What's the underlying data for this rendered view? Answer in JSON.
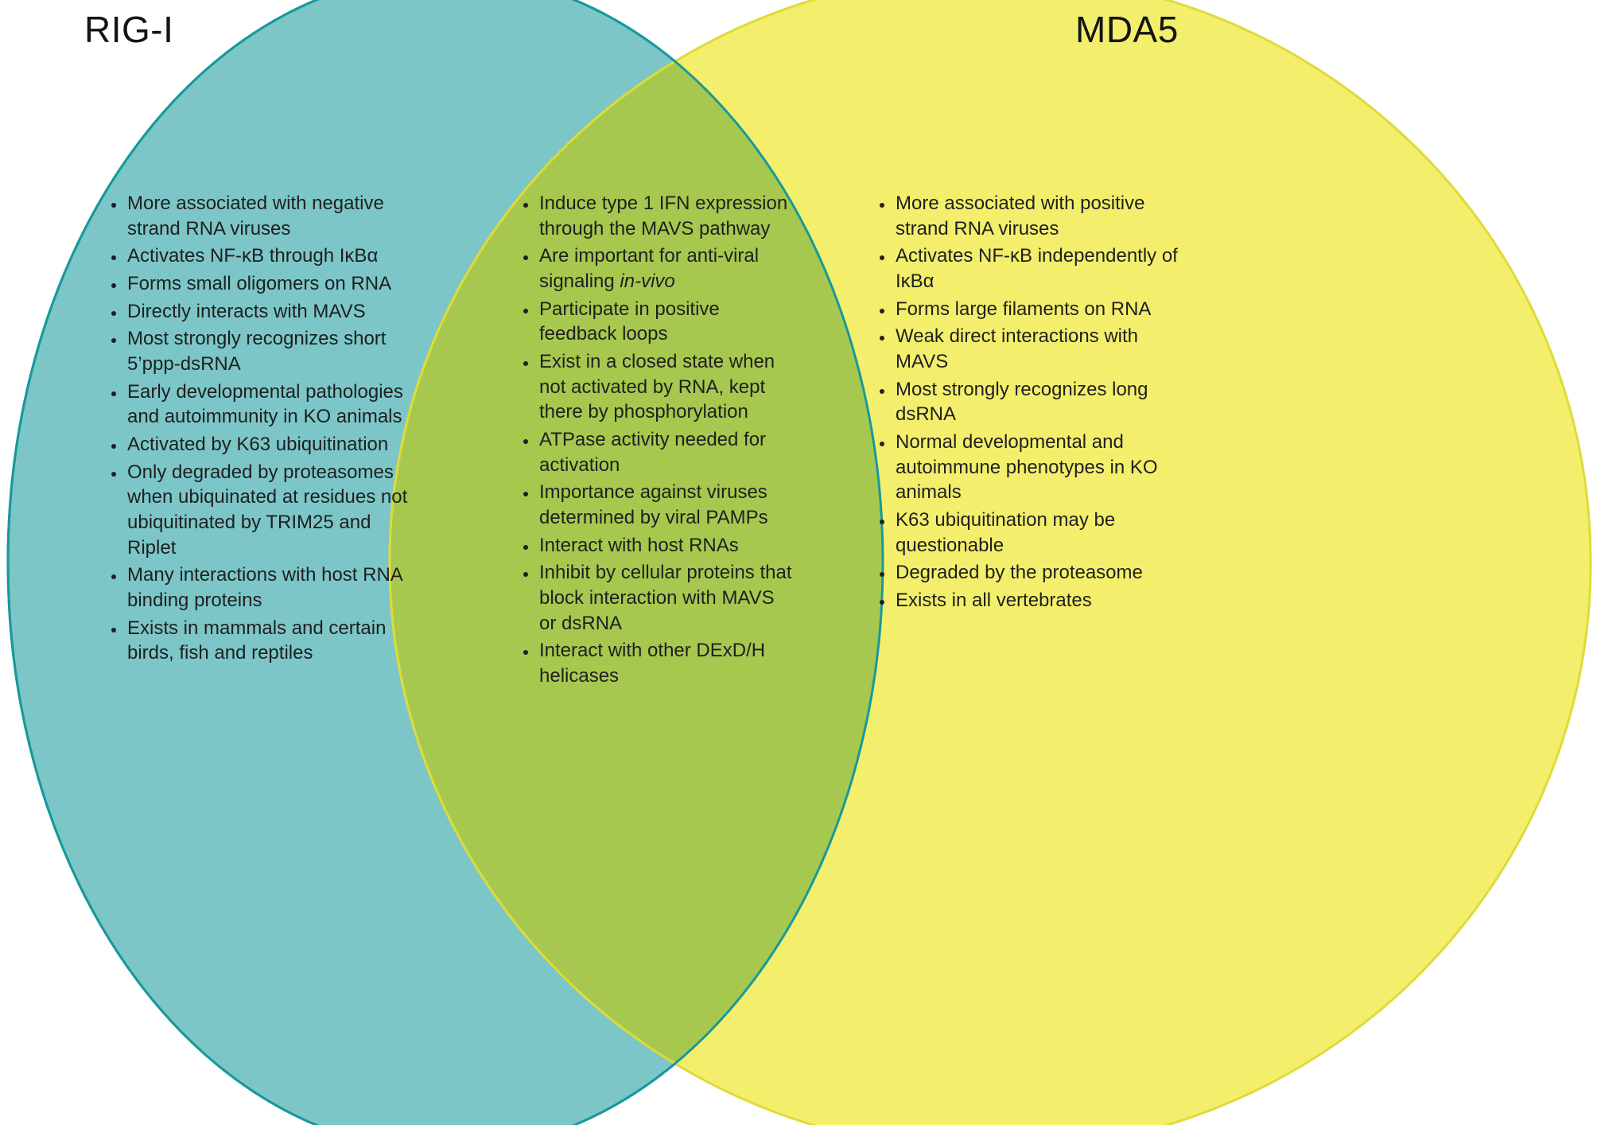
{
  "diagram": {
    "type": "venn",
    "text_color": "#1f1f1f",
    "left": {
      "title": "RIG-I",
      "fill": "#7cc6c8",
      "border": "#17999b",
      "items": [
        "More associated with negative strand RNA viruses",
        "Activates NF-κB through IκBα",
        "Forms small oligomers on RNA",
        "Directly interacts with MAVS",
        "Most strongly recognizes short 5’ppp-dsRNA",
        "Early developmental pathologies and autoimmunity in KO animals",
        "Activated by K63 ubiquitination",
        "Only degraded by proteasomes when ubiquinated at residues not ubiquitinated by TRIM25 and Riplet",
        "Many interactions with host RNA binding proteins",
        "Exists in mammals and certain birds, fish and reptiles"
      ]
    },
    "overlap": {
      "fill": "#a6c84f",
      "items": [
        "Induce type 1 IFN expression through the MAVS pathway",
        "Are important for anti-viral signaling *in-vivo*",
        "Participate in positive feedback loops",
        "Exist in a closed state when not activated by RNA, kept there by phosphorylation",
        "ATPase activity needed for activation",
        "Importance against viruses determined by viral PAMPs",
        "Interact with host RNAs",
        "Inhibit by cellular proteins that block interaction with MAVS or dsRNA",
        "Interact with other DExD/H helicases"
      ]
    },
    "right": {
      "title": "MDA5",
      "fill": "#f3ef6c",
      "border": "#dedb39",
      "items": [
        "More associated with positive strand RNA viruses",
        "Activates NF-κB independently of IκBα",
        "Forms large filaments on RNA",
        "Weak direct interactions with MAVS",
        "Most strongly recognizes long dsRNA",
        "Normal developmental and autoimmune phenotypes in KO animals",
        "K63 ubiquitination may be questionable",
        "Degraded by the proteasome",
        "Exists in all vertebrates"
      ]
    }
  }
}
